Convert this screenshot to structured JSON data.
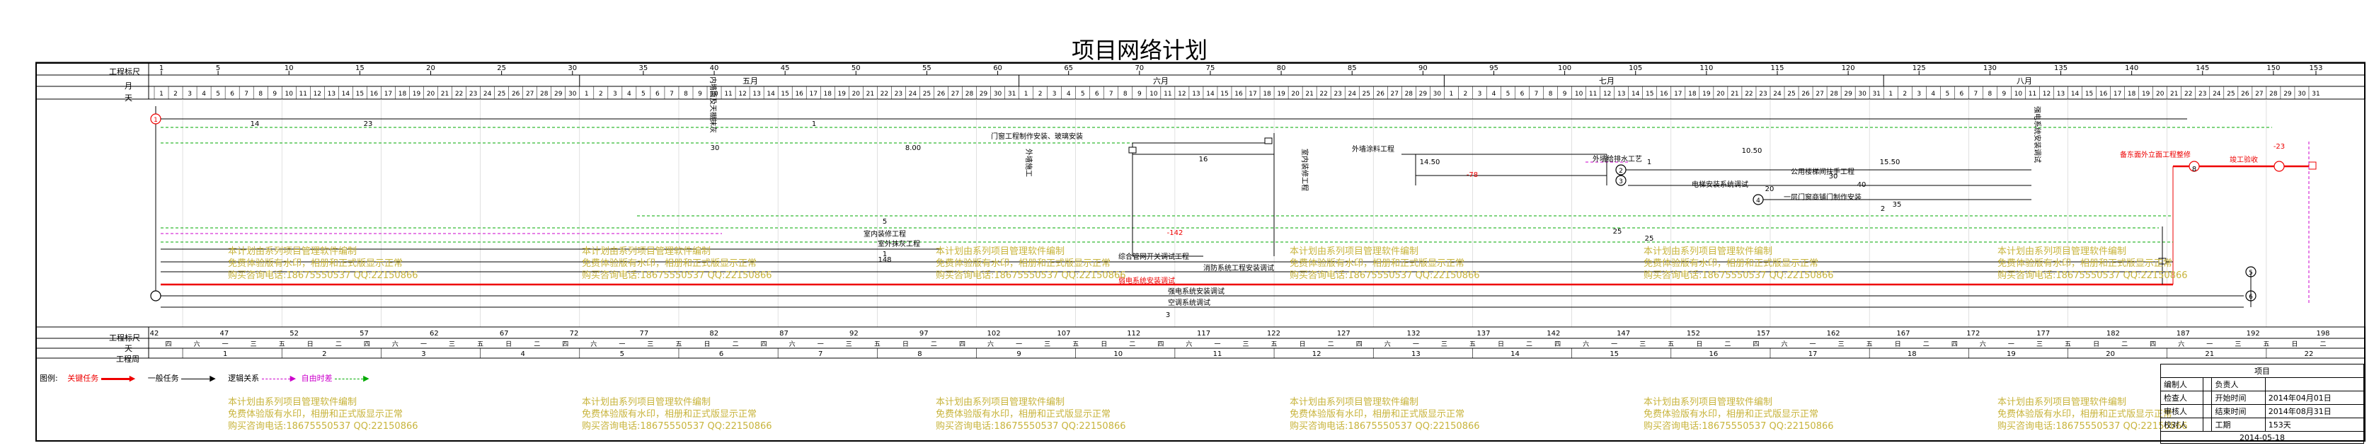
{
  "title": "项目网络计划",
  "row_labels": {
    "schedule_days_top": "工程标尺",
    "month": "月",
    "day": "天",
    "schedule_days_bottom": "工程标尺",
    "weekday": "天",
    "week": "工程周"
  },
  "months_top": [
    "五月",
    "六月",
    "七月",
    "八月"
  ],
  "top_scale_ticks": [
    "1",
    "5",
    "10",
    "15",
    "20",
    "25",
    "30",
    "35",
    "40",
    "45",
    "50",
    "55",
    "60",
    "65",
    "70",
    "75",
    "80",
    "85",
    "90",
    "95",
    "100",
    "105",
    "110",
    "115",
    "120",
    "125",
    "130",
    "135",
    "140",
    "145",
    "150",
    "153"
  ],
  "bottom_scale_ticks": [
    "42",
    "47",
    "52",
    "57",
    "62",
    "67",
    "72",
    "77",
    "82",
    "87",
    "92",
    "97",
    "102",
    "107",
    "112",
    "117",
    "122",
    "127",
    "132",
    "137",
    "142",
    "147",
    "152",
    "157",
    "162",
    "167",
    "172",
    "177",
    "182",
    "187",
    "192",
    "198"
  ],
  "week_numbers": [
    "1",
    "2",
    "3",
    "4",
    "5",
    "6",
    "7",
    "8",
    "9",
    "10",
    "11",
    "12",
    "13",
    "14",
    "15",
    "16",
    "17",
    "18",
    "19",
    "20",
    "21",
    "22"
  ],
  "weekday_chars": [
    "四",
    "五",
    "六",
    "日",
    "一",
    "二",
    "三"
  ],
  "task_labels": {
    "gate_fabrication": "门窗工程制作安装、玻璃安装",
    "exterior_paint": "外墙涂料工程",
    "plumbing": "外墙给排水工艺",
    "public_pipe": "公用楼梯间扶手工程",
    "elevator": "电梯安装系统调试",
    "gate_shop": "一层门窗商铺门制作安装",
    "interior_decor": "室内装修工程",
    "indoor_plaster": "室外抹灰工程",
    "integrated_pipe": "综合管网开关调试工程",
    "fire_alarm": "消防系统工程安装调试",
    "weak_current": "弱电系统安装调试",
    "utility_debug": "强电系统安装调试",
    "ac_debug": "空调系统调试",
    "completion_acceptance": "竣工验收",
    "side_wall": "外墙施工",
    "interior_wall": "内墙面及天棚抹灰"
  },
  "duration_labels": [
    "14",
    "23",
    "1",
    "30",
    "8.00",
    "16",
    "14.50",
    "-78",
    "1",
    "10.50",
    "15.50",
    "30",
    "40",
    "20",
    "35",
    "2",
    "5",
    "25",
    "-142",
    "25",
    "1",
    "148",
    "3",
    "8",
    "-23"
  ],
  "watermark": {
    "line1": "本计划由系列项目管理软件编制",
    "line2": "免费体验版有水印，相册和正式版显示正常",
    "line3": "购买咨询电话:18675550537 QQ:22150866"
  },
  "legend": {
    "prefix": "图例:",
    "critical": "关键任务",
    "normal": "一般任务",
    "logic": "逻辑关系",
    "free_float": "自由时差",
    "colors": {
      "critical": "#ee0000",
      "normal": "#000000",
      "logic": "#000000",
      "free_float": "#cc00cc",
      "float_line": "#00aa00"
    }
  },
  "info_box": {
    "project_label": "项目",
    "editor_label": "编制人",
    "owner_label": "负责人",
    "checker_label": "检查人",
    "start_label": "开始时间",
    "start_value": "2014年04月01日",
    "reviewer_label": "审核人",
    "finish_label": "结束时间",
    "finish_value": "2014年08月31日",
    "approver_label": "校对人",
    "duration_label": "工期",
    "duration_value": "153天",
    "print_date": "2014-05-18"
  }
}
